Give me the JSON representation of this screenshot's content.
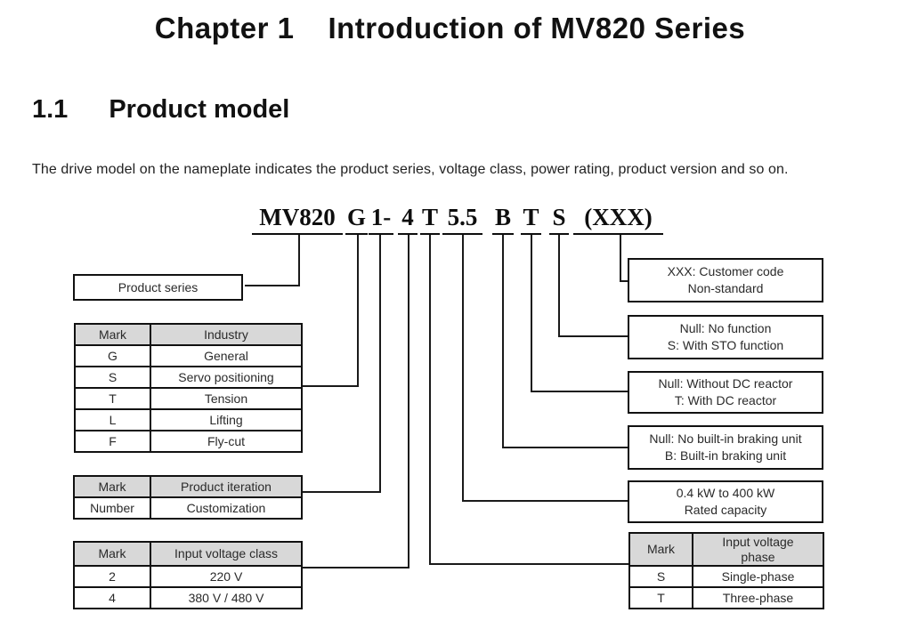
{
  "page": {
    "title_chapter": "Chapter 1",
    "title_rest": "Introduction of MV820 Series",
    "section_number": "1.1",
    "section_title": "Product model",
    "intro": "The drive model on the nameplate indicates the product series, voltage class, power rating, product version and so on."
  },
  "model_code": {
    "segments": [
      {
        "label": "MV820",
        "meaning": "Product series"
      },
      {
        "label": "G",
        "meaning": "Industry"
      },
      {
        "label": "1-",
        "meaning": "Product iteration"
      },
      {
        "label": "4",
        "meaning": "Input voltage class"
      },
      {
        "label": "T",
        "meaning": "Input voltage phase"
      },
      {
        "label": "5.5",
        "meaning": "Rated capacity"
      },
      {
        "label": "B",
        "meaning": "Braking unit"
      },
      {
        "label": "T",
        "meaning": "DC reactor"
      },
      {
        "label": "S",
        "meaning": "STO function"
      },
      {
        "label": "(XXX)",
        "meaning": "Customer code"
      }
    ]
  },
  "left": {
    "product_series": {
      "label": "Product series"
    },
    "industry_table": {
      "headers": [
        "Mark",
        "Industry"
      ],
      "rows": [
        [
          "G",
          "General"
        ],
        [
          "S",
          "Servo positioning"
        ],
        [
          "T",
          "Tension"
        ],
        [
          "L",
          "Lifting"
        ],
        [
          "F",
          "Fly-cut"
        ]
      ]
    },
    "iteration_table": {
      "headers": [
        "Mark",
        "Product iteration"
      ],
      "rows": [
        [
          "Number",
          "Customization"
        ]
      ]
    },
    "voltage_class_table": {
      "headers": [
        "Mark",
        "Input voltage class"
      ],
      "rows": [
        [
          "2",
          "220 V"
        ],
        [
          "4",
          "380 V / 480 V"
        ]
      ]
    }
  },
  "right": {
    "customer_code_box": {
      "line1": "XXX: Customer code",
      "line2": "Non-standard"
    },
    "sto_box": {
      "line1": "Null: No function",
      "line2": "S: With STO function"
    },
    "dc_reactor_box": {
      "line1": "Null: Without DC reactor",
      "line2": "T: With DC reactor"
    },
    "braking_box": {
      "line1": "Null: No built-in braking unit",
      "line2": "B: Built-in braking unit"
    },
    "capacity_box": {
      "line1": "0.4 kW to 400 kW",
      "line2": "Rated capacity"
    },
    "phase_table": {
      "headers": [
        "Mark",
        "Input voltage phase"
      ],
      "rows": [
        [
          "S",
          "Single-phase"
        ],
        [
          "T",
          "Three-phase"
        ]
      ]
    }
  },
  "colors": {
    "background": "#ffffff",
    "table_header_fill": "#d8d8d8",
    "line": "#1a1a1a",
    "text": "#1f1f1f"
  }
}
